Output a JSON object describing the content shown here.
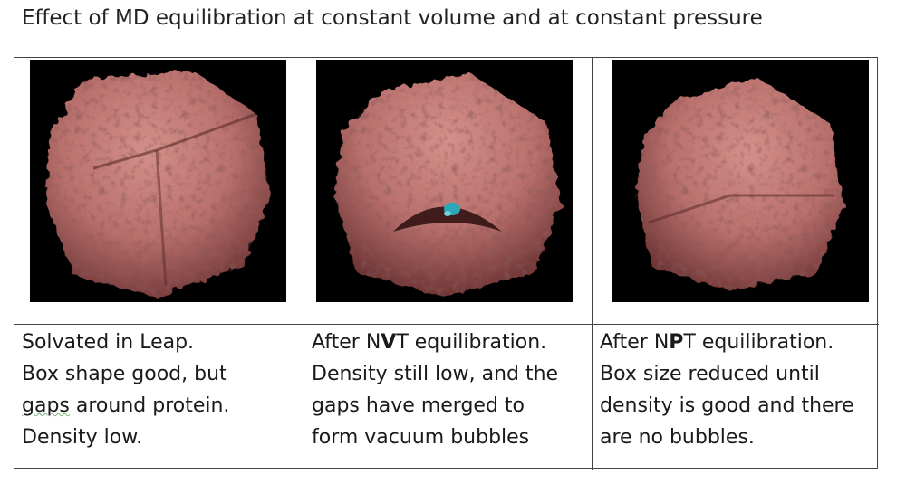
{
  "title": "Effect of MD equilibration at constant volume and at constant pressure",
  "panels": [
    {
      "image_name": "solvated-box-image",
      "caption": {
        "line1": "Solvated in Leap.",
        "line2": "Box shape good, but",
        "line3_a": "gaps",
        "line3_b": " around protein.",
        "line4": "Density low."
      }
    },
    {
      "image_name": "nvt-box-image",
      "caption": {
        "line1_a": "After N",
        "line1_b": "V",
        "line1_c": "T equilibration.",
        "line2": "Density still low, and the",
        "line3": "gaps have merged to",
        "line4": "form vacuum bubbles"
      }
    },
    {
      "image_name": "npt-box-image",
      "caption": {
        "line1_a": "After N",
        "line1_b": "P",
        "line1_c": "T equilibration.",
        "line2": "Box size reduced until",
        "line3": "density is good and there",
        "line4": "are no bubbles."
      }
    }
  ],
  "colors": {
    "surface": "#b9706c",
    "surface_dark": "#5a2a2a",
    "background": "#000000",
    "ligand": "#2aa8b8"
  }
}
